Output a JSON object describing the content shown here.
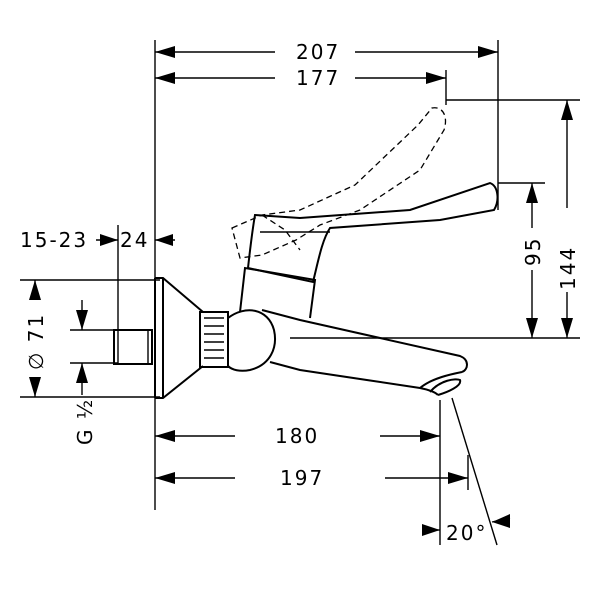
{
  "dimensions": {
    "overall_width": "207",
    "lever_extent": "177",
    "total_height": "144",
    "lever_height": "95",
    "wall_gap": "15-23",
    "body_depth": "24",
    "diameter_label": "∅ 71",
    "thread_label": "G ½",
    "spout_reach": "180",
    "spout_length": "197",
    "swivel_angle": "20°"
  }
}
